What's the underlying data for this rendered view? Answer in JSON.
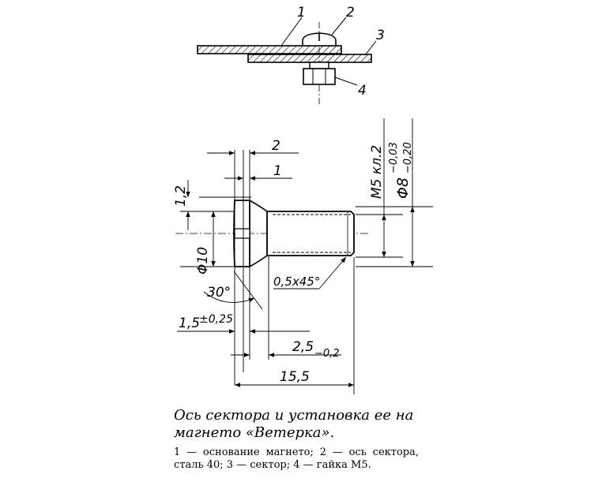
{
  "figure": {
    "labels": {
      "part1": "1",
      "part2": "2",
      "part3": "3",
      "part4": "4",
      "dim_2": "2",
      "dim_1": "1",
      "dim_1_2": "1,2",
      "dim_phi10": "Φ10",
      "dim_thread": "М5 кл.2",
      "dim_phi8": "Φ8",
      "dim_phi8_tol": "−0,03",
      "dim_phi8_tol2": "−0,20",
      "dim_chamfer": "0,5x45°",
      "dim_angle": "30°",
      "dim_1_5": "1,5",
      "dim_1_5_tol": "±0,25",
      "dim_2_5": "2,5",
      "dim_2_5_tol": "−0,2",
      "dim_15_5": "15,5"
    }
  },
  "caption": {
    "title": "Ось сектора и установка ее на магнето «Ветерка».",
    "legend": "1 — основание магнето; 2 — ось сектора, сталь 40; 3 — сектор; 4 — гайка М5."
  }
}
